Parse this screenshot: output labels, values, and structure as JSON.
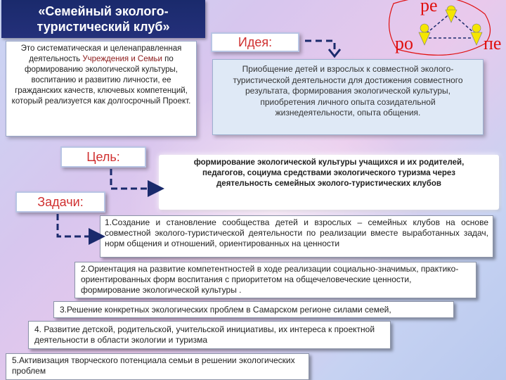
{
  "title": "«Семейный эколого-\nтуристический клуб»",
  "definition": {
    "part1": "Это  систематическая и целенаправленная деятельность",
    "highlight": "Учреждения и Семьи",
    "part2": "по формированию экологической культуры, воспитанию и развитию личности, ее гражданских качеств, ключевых компетенций, который реализуется как долгосрочный Проект."
  },
  "idea_label": "Идея:",
  "idea_text": "Приобщение детей и взрослых к совместной эколого-туристической деятельности  для  достижения совместного результата, формирования экологической культуры, приобретения личного опыта созидательной жизнедеятельности, опыта общения.",
  "goal_label": "Цель:",
  "goal_text": "формирование экологической культуры учащихся и их родителей, педагогов, социума средствами экологического туризма через деятельность семейных эколого-туристических клубов",
  "tasks_label": "Задачи:",
  "tasks": [
    "1.Создание и становление сообщества детей и взрослых – семейных клубов на основе совместной  эколого-туристической деятельности по реализации вместе выработанных  задач, норм  общения  и  отношений,  ориентированных     на ценности",
    "2.Ориентация на развитие компетентностей в ходе  реализации социально-значимых, практико-ориентированных форм воспитания с приоритетом на общечеловеческие ценности, формирование экологической культуры .",
    "3.Решение конкретных экологических проблем в Самарском регионе силами семей,",
    "4. Развитие детской, родительской, учительской инициативы, их интереса к проектной деятельности в области экологии и туризма",
    "5.Активизация творческого потенциала семьи в решении экологических проблем"
  ],
  "triangle": {
    "top": "ре",
    "left": "ро",
    "right": "пе"
  },
  "colors": {
    "title_bg": "#1a2a6c",
    "label_text": "#d03030",
    "figure_yellow": "#f5e600",
    "arrow_navy": "#1a2a6c"
  }
}
